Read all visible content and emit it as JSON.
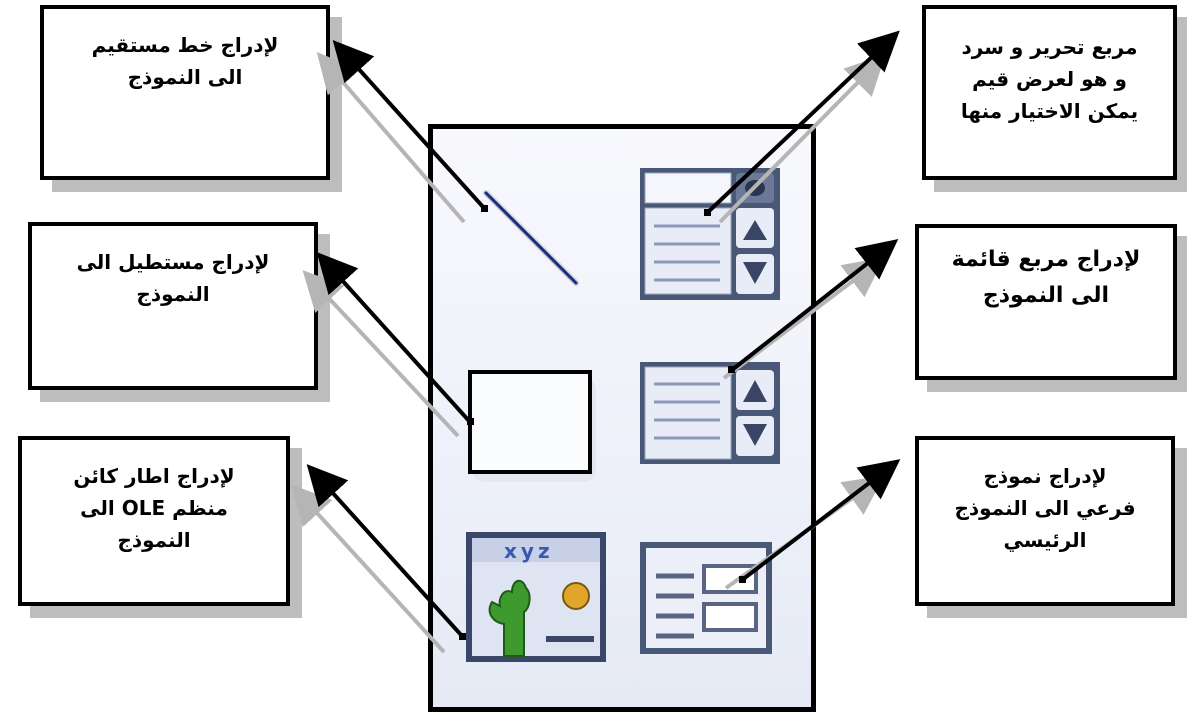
{
  "callouts": {
    "line": [
      "لإدراج خط مستقيم",
      "الى النموذج"
    ],
    "rectangle": [
      "لإدراج مستطيل الى",
      "النموذج"
    ],
    "ole": [
      "لإدراج اطار كائن",
      "منظم  OLE الى",
      "النموذج"
    ],
    "combo": [
      "مربع تحرير و سرد",
      "و هو لعرض قيم",
      "يمكن الاختيار منها"
    ],
    "list": [
      "لإدراج مربع قائمة",
      "الى النموذج"
    ],
    "subform": [
      "لإدراج نموذج",
      "فرعي الى النموذج",
      "الرئيسي"
    ]
  },
  "icons": [
    "line-tool-icon",
    "combo-box-icon",
    "rectangle-tool-icon",
    "list-box-icon",
    "ole-object-frame-icon",
    "subform-icon"
  ],
  "colors": {
    "panel_border": "#000000",
    "callout_shadow": "#bdbdbd",
    "icon_frame": "#4a5878"
  }
}
